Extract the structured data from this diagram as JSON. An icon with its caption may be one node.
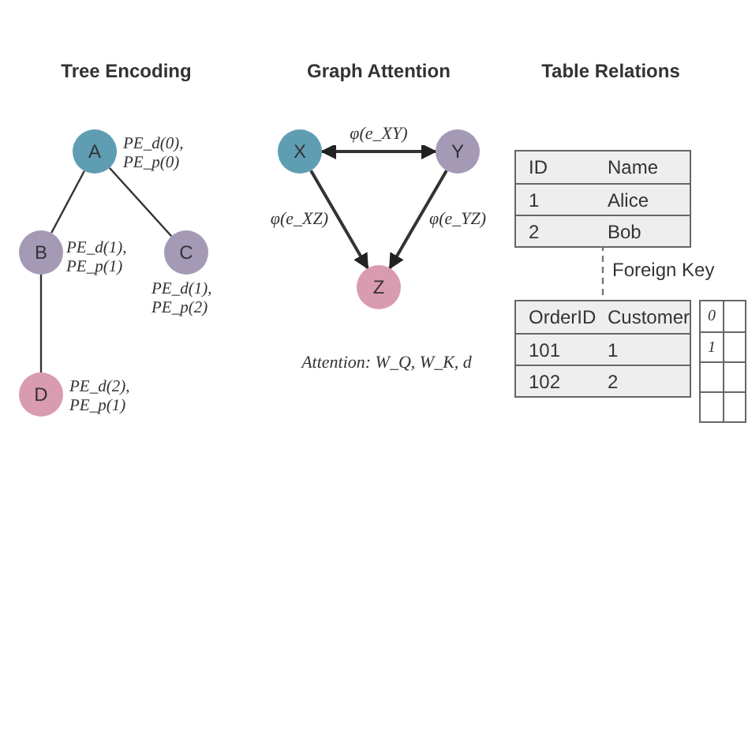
{
  "diagram": {
    "nodes": [
      {
        "text": [
          "A"
        ],
        "beside": [
          "PE_d(0), PE_p(0)"
        ]
      },
      {
        "text": [
          "B"
        ],
        "beside": [
          "PE_d(1), PE_p(1)"
        ]
      },
      {
        "text": [
          "C"
        ],
        "beside": [
          "PE_d(1), PE_p(2)"
        ]
      },
      {
        "text": [
          "D"
        ],
        "beside": [
          "PE_d(2), PE_p(1)"
        ]
      },
      {
        "text": [
          "X"
        ]
      },
      {
        "text": [
          "Y"
        ]
      },
      {
        "text": [
          "Z"
        ]
      },
      {
        "text": [
          "ID",
          "Name",
          "1",
          "Alice",
          "2",
          "Bob"
        ]
      },
      {
        "text": [
          "OrderID",
          "Customer",
          "101",
          "1",
          "102",
          "2"
        ]
      },
      {
        "text": [
          "0",
          "1"
        ]
      }
    ],
    "edges": [
      {
        "from": 0,
        "to": 1,
        "arrow": "none"
      },
      {
        "from": 0,
        "to": 2,
        "arrow": "none"
      },
      {
        "from": 1,
        "to": 3,
        "arrow": "none"
      },
      {
        "from": 4,
        "to": 5,
        "arrow": "both",
        "label": "φ(e_XY)"
      },
      {
        "from": 4,
        "to": 6,
        "arrow": "to",
        "label": "φ(e_XZ)"
      },
      {
        "from": 5,
        "to": 6,
        "arrow": "to",
        "label": "φ(e_YZ)"
      },
      {
        "from": 7,
        "to": 8,
        "arrow": "none",
        "style": "dashed",
        "label": "Foreign Key"
      }
    ],
    "labels": [
      "Tree Encoding",
      "Graph Attention",
      "Table Relations",
      "Attention: W_Q, W_K, d"
    ]
  }
}
